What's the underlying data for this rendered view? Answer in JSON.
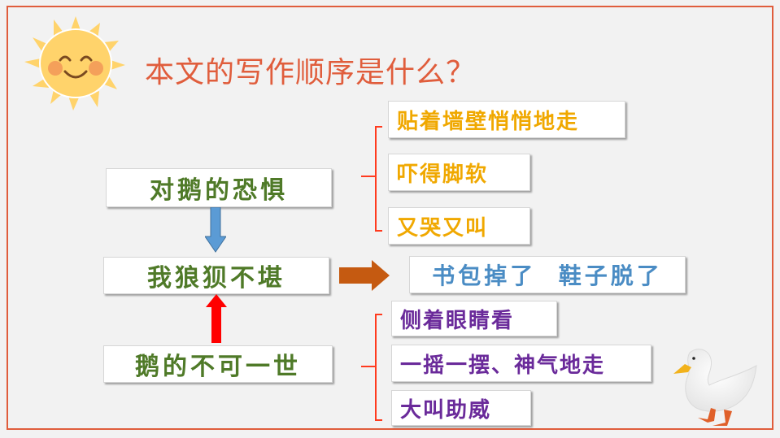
{
  "title": "本文的写作顺序是什么？",
  "colors": {
    "frame": "#e05d3c",
    "title": "#e05d3c",
    "main_text": "#4f7a28",
    "fear_details_text": "#f0a800",
    "result_text": "#4a8cc4",
    "goose_details_text": "#6a2a9a",
    "down_arrow": "#5b9bd5",
    "up_arrow": "#ff0000",
    "right_arrow": "#c55a11",
    "brace": "#ff3b1f"
  },
  "diagram": {
    "nodes": {
      "fear": "对鹅的恐惧",
      "embarrassed": "我狼狈不堪",
      "goose_arrogant": "鹅的不可一世",
      "result": "书包掉了  鞋子脱了"
    },
    "fear_details": [
      "贴着墙壁悄悄地走",
      "吓得脚软",
      "又哭又叫"
    ],
    "goose_details": [
      "侧着眼睛看",
      "一摇一摆、神气地走",
      "大叫助威"
    ],
    "edges": [
      {
        "from": "fear",
        "to": "embarrassed",
        "direction": "down"
      },
      {
        "from": "goose_arrogant",
        "to": "embarrassed",
        "direction": "up"
      },
      {
        "from": "embarrassed",
        "to": "result",
        "direction": "right"
      }
    ]
  },
  "decorations": {
    "sun": "smiling-sun-icon",
    "duck": "white-duck-illustration"
  }
}
